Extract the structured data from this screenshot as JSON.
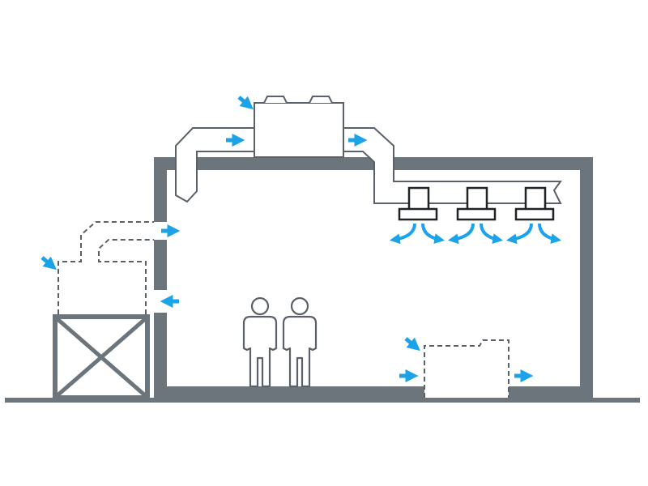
{
  "diagram": {
    "colors": {
      "structure": "#6d757c",
      "line": "#5b6168",
      "airflow": "#1aa3e8",
      "background": "#ffffff"
    },
    "elements": {
      "building": "building-section",
      "rooftop_unit": "rooftop-air-handling-unit",
      "supply_duct": "supply-duct",
      "ceiling_diffusers": 3,
      "occupants": 2,
      "outdoor_unit": "outdoor-unit-dashed",
      "indoor_floor_unit": "floor-unit-dashed",
      "icons": [
        "airflow-arrow-icon",
        "diffuser-icon",
        "person-icon"
      ]
    }
  }
}
